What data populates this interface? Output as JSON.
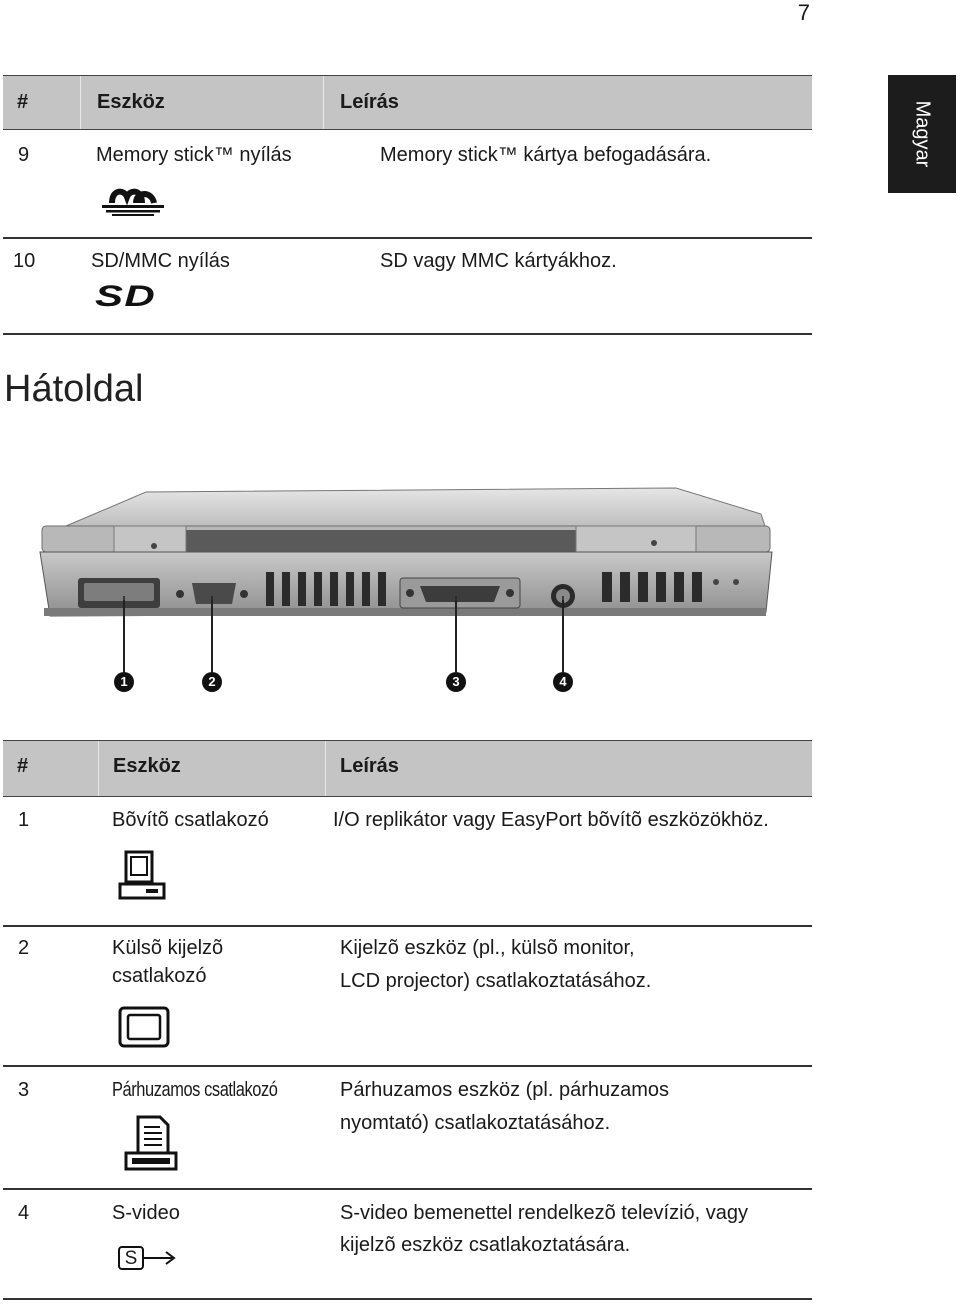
{
  "page": {
    "number": "7",
    "language_tab": "Magyar"
  },
  "table1": {
    "header": {
      "num": "#",
      "device": "Eszköz",
      "description": "Leírás"
    },
    "rows": [
      {
        "num": "9",
        "device": "Memory stick™ nyílás",
        "description": "Memory stick™ kártya befogadására.",
        "icon": "memory-stick-logo"
      },
      {
        "num": "10",
        "device": "SD/MMC nyílás",
        "description": "SD vagy MMC kártyákhoz.",
        "icon": "sd-card-logo",
        "icon_text": "SD"
      }
    ]
  },
  "section": {
    "title": "Hátoldal"
  },
  "figure": {
    "description_icon": "laptop-rear-view",
    "callouts": [
      "1",
      "2",
      "3",
      "4"
    ]
  },
  "table2": {
    "header": {
      "num": "#",
      "device": "Eszköz",
      "description": "Leírás"
    },
    "rows": [
      {
        "num": "1",
        "device": "Bõvítõ csatlakozó",
        "description_lines": [
          "I/O replikátor vagy EasyPort bõvítõ eszközökhöz."
        ],
        "icon": "docking-connector-icon"
      },
      {
        "num": "2",
        "device_lines": [
          "Külsõ kijelzõ",
          "csatlakozó"
        ],
        "description_lines": [
          "Kijelzõ eszköz  (pl., külsõ monitor,",
          "LCD projector) csatlakoztatásához."
        ],
        "icon": "monitor-icon"
      },
      {
        "num": "3",
        "device": "Párhuzamos csatlakozó",
        "description_lines": [
          "Párhuzamos eszköz (pl. párhuzamos",
          "nyomtató) csatlakoztatásához."
        ],
        "icon": "printer-icon"
      },
      {
        "num": "4",
        "device": "S-video",
        "description_lines": [
          "S-video bemenettel rendelkezõ televízió, vagy",
          "kijelzõ eszköz csatlakoztatására."
        ],
        "icon": "s-video-icon",
        "icon_text": "S"
      }
    ]
  },
  "colors": {
    "header_bg": "#c4c4c4",
    "tab_bg": "#1c1c1c",
    "rule": "#333333"
  }
}
